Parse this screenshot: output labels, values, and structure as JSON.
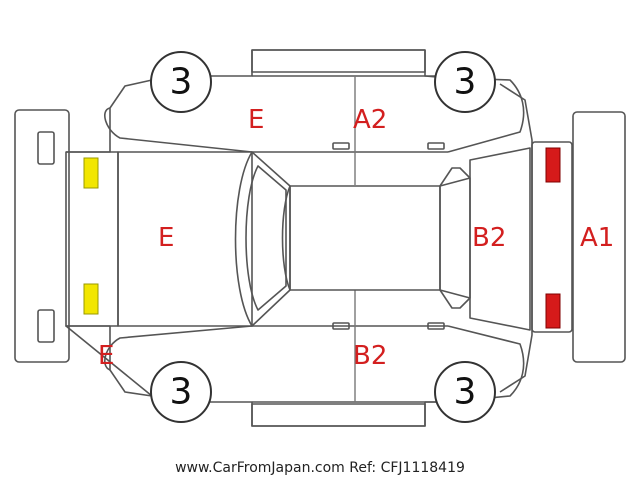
{
  "wheel_labels": {
    "front_left": "3",
    "rear_left": "3",
    "front_right": "3",
    "rear_right": "3"
  },
  "damage_codes": {
    "top_side_left": "E",
    "top_side_right": "A2",
    "hood": "E",
    "rear_glass": "B2",
    "rear_bumper": "A1",
    "front_corner_bottom": "E",
    "bottom_side": "B2"
  },
  "colors": {
    "code_red": "#d31f1f",
    "headlight_yellow": "#f2e600",
    "taillight_red": "#d61a1a",
    "outline": "#555555"
  },
  "footer": {
    "reference": "www.CarFromJapan.com Ref: CFJ1118419"
  }
}
